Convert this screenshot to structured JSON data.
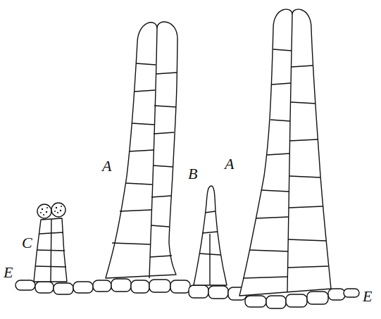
{
  "diagram": {
    "labels": [
      "C",
      "E",
      "A",
      "B",
      "A",
      "E"
    ]
  }
}
